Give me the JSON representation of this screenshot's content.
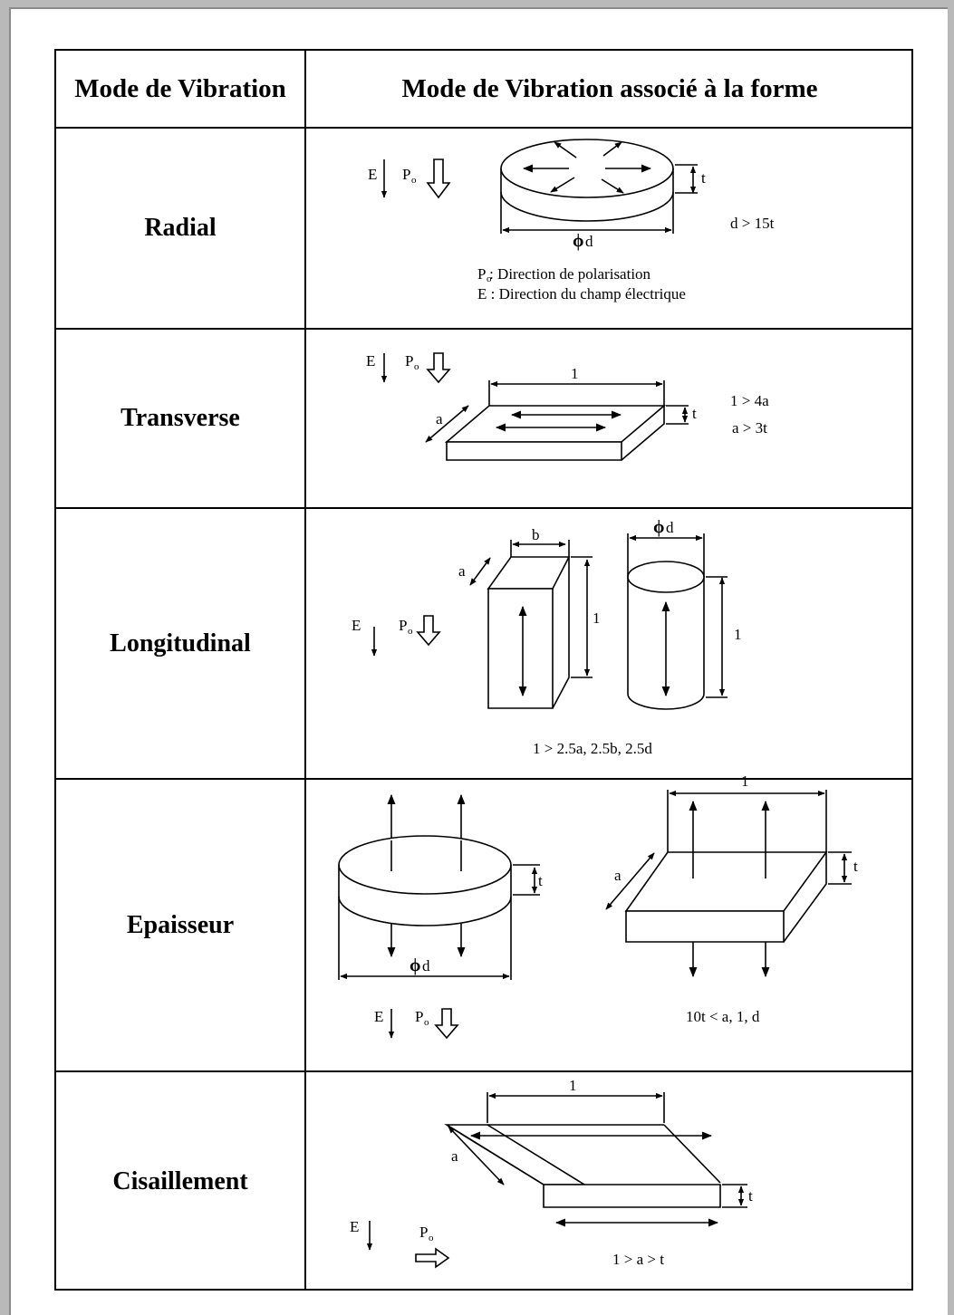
{
  "table": {
    "header": {
      "col1": "Mode de Vibration",
      "col2": "Mode de Vibration associé à la forme"
    },
    "rows": [
      {
        "mode": "Radial",
        "labels": {
          "E": "E",
          "Po": "P",
          "Po_sub": "o",
          "t": "t",
          "d": "d",
          "phi": "ϕ",
          "condition": "d > 15t",
          "legend_po": "P  : Direction de polarisation",
          "legend_e": "E : Direction du champ électrique"
        }
      },
      {
        "mode": "Transverse",
        "labels": {
          "E": "E",
          "Po": "P",
          "Po_sub": "o",
          "l": "1",
          "a": "a",
          "t": "t",
          "cond1": "1 > 4a",
          "cond2": "a > 3t"
        }
      },
      {
        "mode": "Longitudinal",
        "labels": {
          "E": "E",
          "Po": "P",
          "Po_sub": "o",
          "a": "a",
          "b": "b",
          "l": "1",
          "phi": "ϕ",
          "d": "d",
          "l2": "1",
          "condition": "1 > 2.5a, 2.5b, 2.5d"
        }
      },
      {
        "mode": "Epaisseur",
        "labels": {
          "E": "E",
          "Po": "P",
          "Po_sub": "o",
          "t": "t",
          "phi": "ϕ",
          "d": "d",
          "l": "1",
          "a": "a",
          "t2": "t",
          "condition": "10t < a, 1, d"
        }
      },
      {
        "mode": "Cisaillement",
        "labels": {
          "E": "E",
          "Po": "P",
          "Po_sub": "o",
          "l": "1",
          "a": "a",
          "t": "t",
          "condition": "1 > a > t"
        }
      }
    ]
  }
}
